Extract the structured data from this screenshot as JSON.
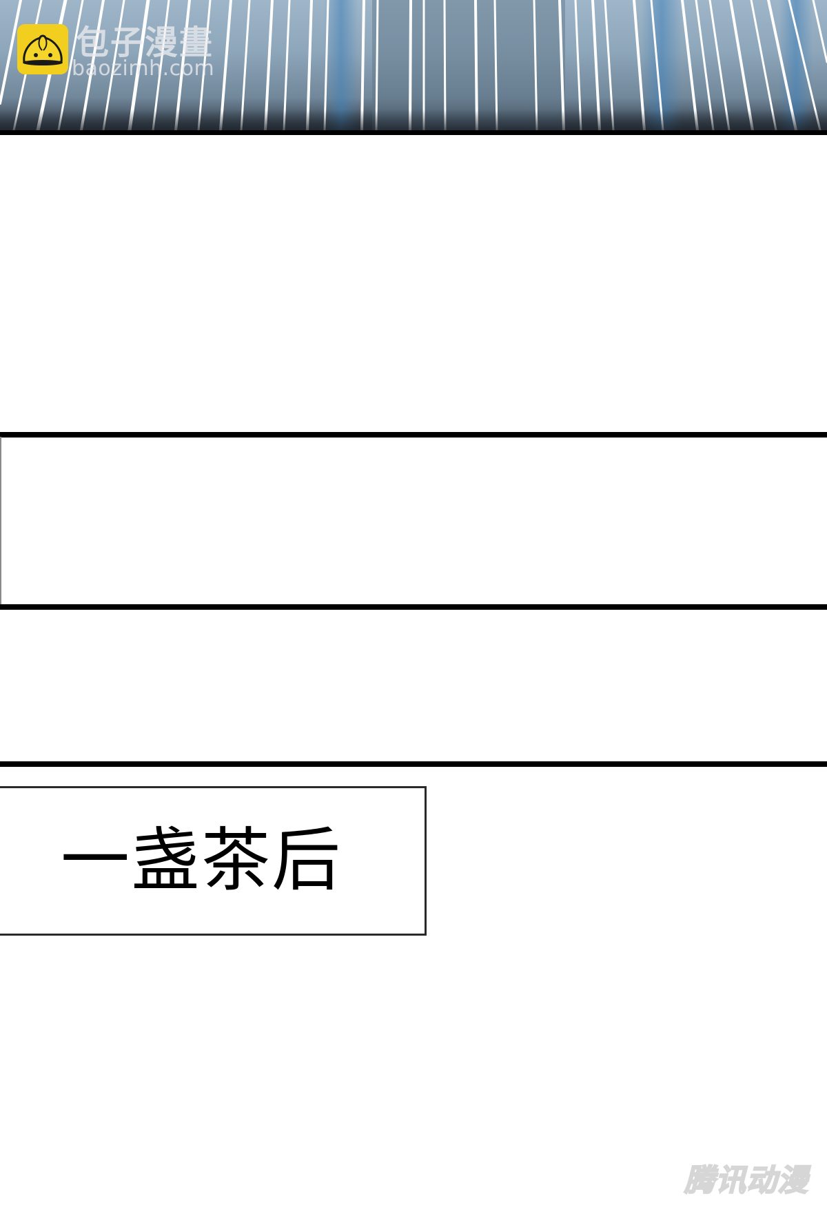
{
  "comic": {
    "panels": [
      {
        "id": "panel-1",
        "type": "speed-lines",
        "colors": {
          "base": "#8ea6ba",
          "streak": "#ffffff",
          "accent": "#3d7fb8"
        }
      },
      {
        "id": "panel-2",
        "type": "blank"
      },
      {
        "id": "panel-3",
        "type": "blank"
      }
    ],
    "caption": {
      "text": "一盏茶后"
    }
  },
  "watermarks": {
    "top_left": {
      "icon": "baozi-bun-icon",
      "title": "包子漫畫",
      "url": "baozimh.com",
      "icon_color": "#f2cf1f"
    },
    "bottom_right": {
      "text": "腾讯动漫"
    }
  }
}
